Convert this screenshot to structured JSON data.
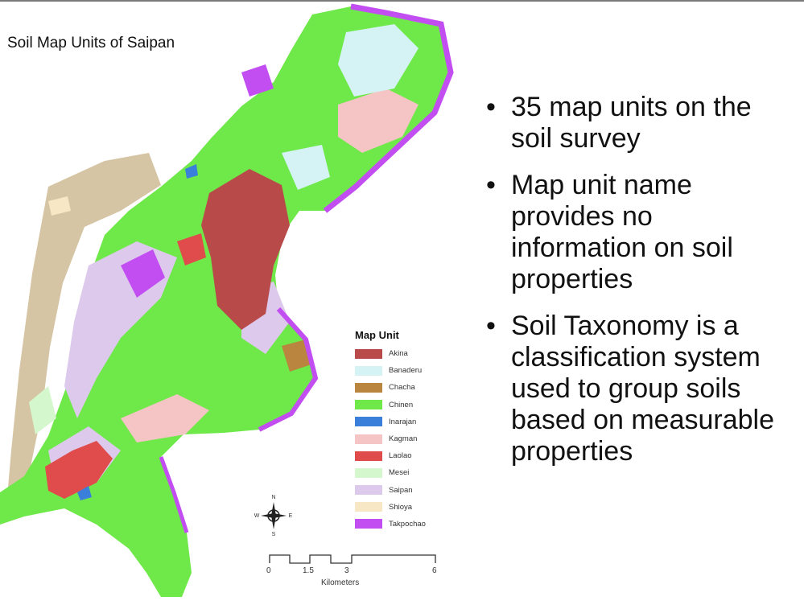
{
  "map": {
    "title": "Soil Map Units of Saipan",
    "legend_title": "Map Unit",
    "legend": [
      {
        "label": "Akina",
        "color": "#b94a4a"
      },
      {
        "label": "Banaderu",
        "color": "#d5f3f4"
      },
      {
        "label": "Chacha",
        "color": "#b9853f"
      },
      {
        "label": "Chinen",
        "color": "#6fe84a"
      },
      {
        "label": "Inarajan",
        "color": "#3a7fd9"
      },
      {
        "label": "Kagman",
        "color": "#f5c4c4"
      },
      {
        "label": "Laolao",
        "color": "#e04b4b"
      },
      {
        "label": "Mesei",
        "color": "#d4f7cd"
      },
      {
        "label": "Saipan",
        "color": "#dcc9ec"
      },
      {
        "label": "Shioya",
        "color": "#f8e7c4"
      },
      {
        "label": "Takpochao",
        "color": "#c24ef2"
      }
    ],
    "scale": {
      "ticks": [
        "0",
        "1.5",
        "3",
        "6"
      ],
      "units": "Kilometers"
    },
    "compass": {
      "n": "N",
      "s": "S",
      "e": "E",
      "w": "W"
    }
  },
  "bullets": [
    "35 map units on the soil survey",
    "Map unit name provides no information on soil properties",
    "Soil Taxonomy is a classification system used to group soils based on measurable properties"
  ]
}
